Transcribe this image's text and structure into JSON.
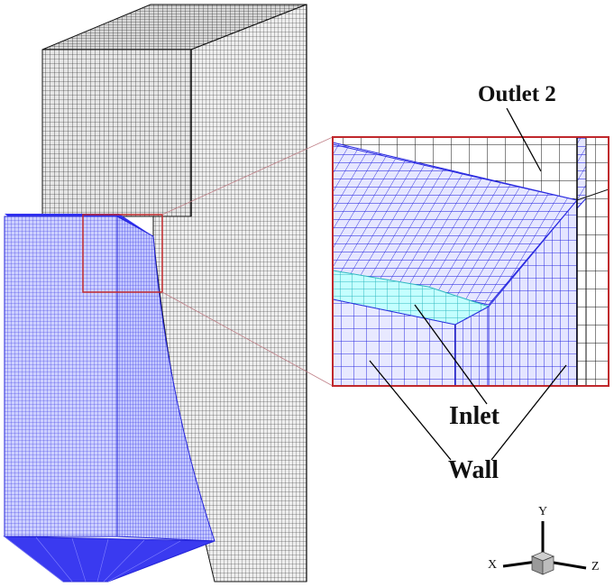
{
  "labels": {
    "outlet": "Outlet 2",
    "inlet": "Inlet",
    "wall": "Wall"
  },
  "axis_triad": {
    "x": "X",
    "y": "Y",
    "z": "Z"
  },
  "colors": {
    "background": "#ffffff",
    "outlet_mesh": "#111111",
    "outlet_fill": "#d8d8d8",
    "wall_mesh": "#2020e0",
    "wall_fill": "#c8ccff",
    "inlet_mesh": "#40c8c8",
    "inlet_fill": "#b8ffff",
    "callout_frame": "#c0282c",
    "zoom_guides": "#c08088"
  }
}
